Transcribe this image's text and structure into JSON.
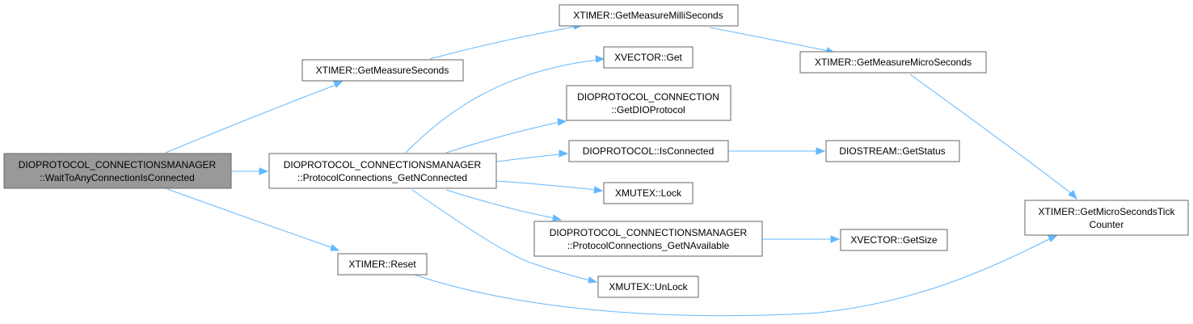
{
  "colors": {
    "edge": "#63b8ff",
    "node_border": "#666666",
    "node_fill": "#ffffff",
    "root_fill": "#999999"
  },
  "nodes": {
    "root": {
      "lines": [
        "DIOPROTOCOL_CONNECTIONSMANAGER",
        "::WaitToAnyConnectionIsConnected"
      ]
    },
    "get_measure_seconds": {
      "lines": [
        "XTIMER::GetMeasureSeconds"
      ]
    },
    "get_n_connected": {
      "lines": [
        "DIOPROTOCOL_CONNECTIONSMANAGER",
        "::ProtocolConnections_GetNConnected"
      ]
    },
    "reset": {
      "lines": [
        "XTIMER::Reset"
      ]
    },
    "get_measure_milli": {
      "lines": [
        "XTIMER::GetMeasureMilliSeconds"
      ]
    },
    "xvector_get": {
      "lines": [
        "XVECTOR::Get"
      ]
    },
    "get_dio_protocol": {
      "lines": [
        "DIOPROTOCOL_CONNECTION",
        "::GetDIOProtocol"
      ]
    },
    "is_connected": {
      "lines": [
        "DIOPROTOCOL::IsConnected"
      ]
    },
    "lock": {
      "lines": [
        "XMUTEX::Lock"
      ]
    },
    "get_n_available": {
      "lines": [
        "DIOPROTOCOL_CONNECTIONSMANAGER",
        "::ProtocolConnections_GetNAvailable"
      ]
    },
    "unlock": {
      "lines": [
        "XMUTEX::UnLock"
      ]
    },
    "get_measure_micro": {
      "lines": [
        "XTIMER::GetMeasureMicroSeconds"
      ]
    },
    "get_status": {
      "lines": [
        "DIOSTREAM::GetStatus"
      ]
    },
    "get_size": {
      "lines": [
        "XVECTOR::GetSize"
      ]
    },
    "tick_counter": {
      "lines": [
        "XTIMER::GetMicroSecondsTick",
        "Counter"
      ]
    }
  },
  "edges": [
    [
      "root",
      "get_measure_seconds"
    ],
    [
      "root",
      "get_n_connected"
    ],
    [
      "root",
      "reset"
    ],
    [
      "get_measure_seconds",
      "get_measure_milli"
    ],
    [
      "get_measure_milli",
      "get_measure_micro"
    ],
    [
      "get_measure_micro",
      "tick_counter"
    ],
    [
      "get_n_connected",
      "xvector_get"
    ],
    [
      "get_n_connected",
      "get_dio_protocol"
    ],
    [
      "get_n_connected",
      "is_connected"
    ],
    [
      "get_n_connected",
      "lock"
    ],
    [
      "get_n_connected",
      "get_n_available"
    ],
    [
      "get_n_connected",
      "unlock"
    ],
    [
      "is_connected",
      "get_status"
    ],
    [
      "get_n_available",
      "get_size"
    ],
    [
      "reset",
      "tick_counter"
    ]
  ]
}
